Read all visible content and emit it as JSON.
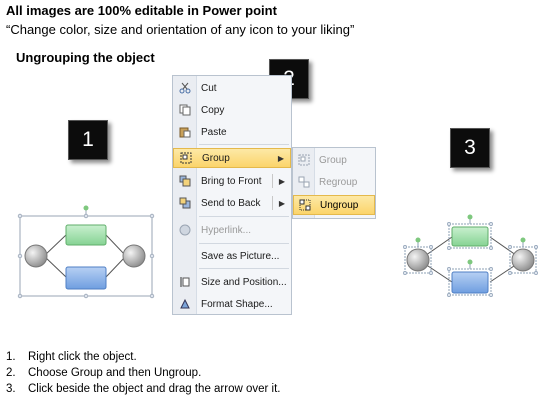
{
  "header": {
    "line1": "All images are 100% editable in Power point",
    "line2": "“Change color, size and orientation of any icon to your liking”"
  },
  "section_title": "Ungrouping the object",
  "steps": [
    "1",
    "2",
    "3"
  ],
  "context_menu": {
    "items": [
      {
        "label": "Cut",
        "icon": "scissors-icon"
      },
      {
        "label": "Copy",
        "icon": "copy-icon"
      },
      {
        "label": "Paste",
        "icon": "paste-icon"
      },
      {
        "label": "Group",
        "icon": "group-icon",
        "submenu": true,
        "highlighted": true
      },
      {
        "label": "Bring to Front",
        "icon": "bring-to-front-icon",
        "submenu": true
      },
      {
        "label": "Send to Back",
        "icon": "send-to-back-icon",
        "submenu": true
      },
      {
        "label": "Hyperlink...",
        "icon": "hyperlink-icon",
        "disabled": true
      },
      {
        "label": "Save as Picture...",
        "icon": ""
      },
      {
        "label": "Size and Position...",
        "icon": "size-position-icon"
      },
      {
        "label": "Format Shape...",
        "icon": "format-shape-icon"
      }
    ]
  },
  "submenu": {
    "items": [
      {
        "label": "Group",
        "icon": "group-icon",
        "disabled": true
      },
      {
        "label": "Regroup",
        "icon": "regroup-icon",
        "disabled": true
      },
      {
        "label": "Ungroup",
        "icon": "ungroup-icon",
        "highlighted": true
      }
    ]
  },
  "colors": {
    "highlight": "#fbd46b",
    "green_box": "#a6e3b0",
    "blue_box": "#8fb4e8",
    "circle": "#b8b8b8"
  },
  "instructions": [
    {
      "num": "1.",
      "text": "Right click the object."
    },
    {
      "num": "2.",
      "text": "Choose Group and then Ungroup."
    },
    {
      "num": "3.",
      "text": "Click beside the object and drag the arrow over it."
    }
  ]
}
